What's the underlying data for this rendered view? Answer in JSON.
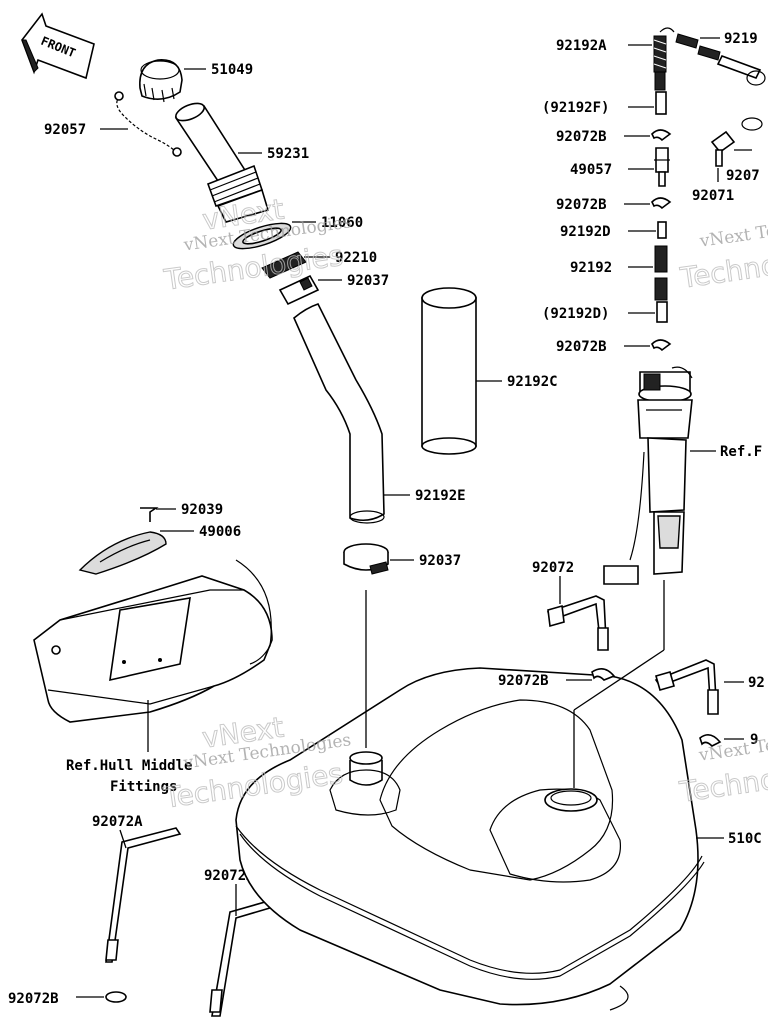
{
  "diagram": {
    "front_label": "FRONT",
    "watermark_line1": "vNext Technologies",
    "watermark_line2": "Technologies",
    "watermark_line1_alt": "vNext",
    "parts": {
      "p51049": "51049",
      "p92057": "92057",
      "p59231": "59231",
      "p11060": "11060",
      "p92210": "92210",
      "p92037a": "92037",
      "p92192C": "92192C",
      "p92192E": "92192E",
      "p92039": "92039",
      "p49006": "49006",
      "p92037b": "92037",
      "p92072a": "92072",
      "p92072B_mid": "92072B",
      "p92072A_1": "92072A",
      "p92072A_2": "92072A",
      "p92072B_bottom": "92072B",
      "p92192A": "92192A",
      "p92192F": "(92192F)",
      "p92072B_1": "92072B",
      "p49057": "49057",
      "p92072B_2": "92072B",
      "p92192D": "92192D",
      "p92192": "92192",
      "p92192D_paren": "(92192D)",
      "p92072B_3": "92072B",
      "p9219_cut": "9219",
      "p9207_cut": "9207",
      "p92071": "92071",
      "ref_pump": "Ref.F",
      "ref_hull_1": "Ref.Hull Middle",
      "ref_hull_2": "Fittings",
      "p510_cut": "510C",
      "p92_cut": "92",
      "p9_cut": "9"
    }
  }
}
